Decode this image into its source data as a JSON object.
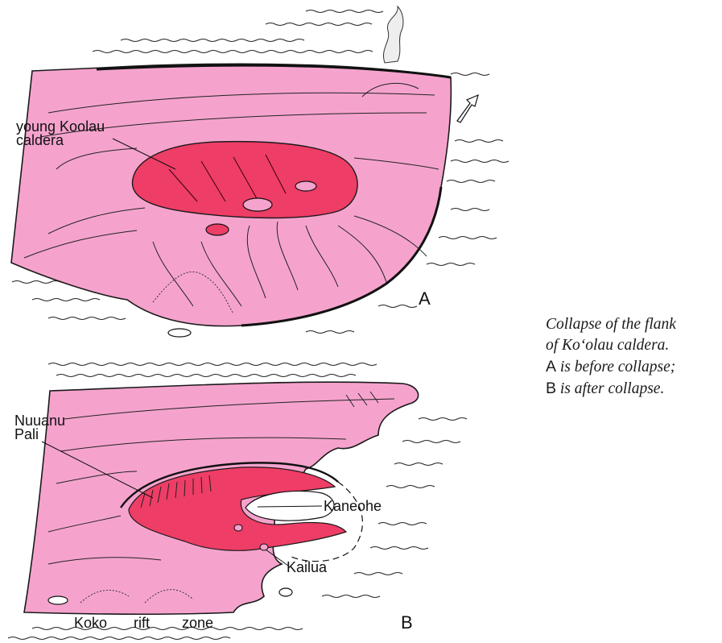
{
  "panel_a": {
    "caldera_label_line1": "young Koolau",
    "caldera_label_line2": "caldera",
    "panel_letter": "A"
  },
  "panel_b": {
    "pali_label_line1": "Nuuanu",
    "pali_label_line2": "Pali",
    "kaneohe_label": "Kaneohe",
    "kailua_label": "Kailua",
    "rift_word1": "Koko",
    "rift_word2": "rift",
    "rift_word3": "zone",
    "panel_letter": "B"
  },
  "caption": {
    "line1": "Collapse of the flank",
    "line2": "of Ko‘olau caldera.",
    "line3_letter": "A",
    "line3_text": " is before collapse;",
    "line4_letter": "B",
    "line4_text": " is after collapse."
  },
  "colors": {
    "volcano_pink": "#f5a3cd",
    "caldera_red": "#ee3d66",
    "ink": "#1a1a1a"
  }
}
